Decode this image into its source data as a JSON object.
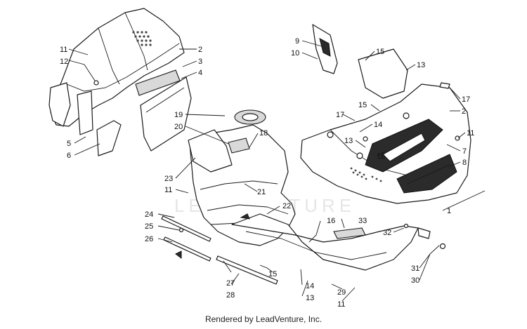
{
  "watermark": "LEADVENTURE",
  "footer": "Rendered by LeadVenture, Inc.",
  "callouts": [
    "11",
    "12",
    "2",
    "3",
    "4",
    "5",
    "6",
    "19",
    "20",
    "18",
    "23",
    "11",
    "21",
    "22",
    "24",
    "25",
    "26",
    "27",
    "28",
    "15",
    "14",
    "13",
    "16",
    "33",
    "9",
    "10",
    "15",
    "13",
    "17",
    "2",
    "17",
    "15",
    "14",
    "13",
    "16",
    "11",
    "7",
    "8",
    "1",
    "32",
    "31",
    "30",
    "29",
    "11"
  ]
}
